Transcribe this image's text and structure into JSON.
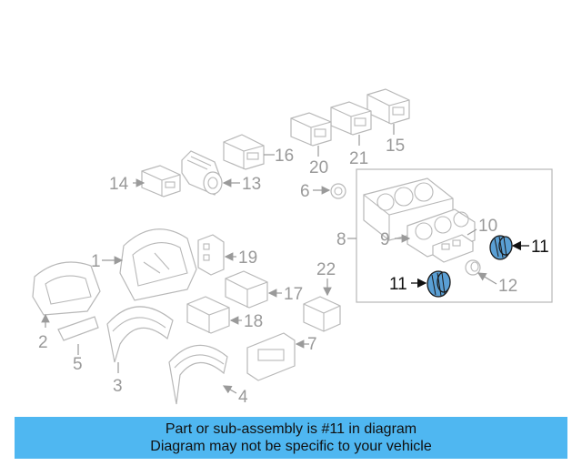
{
  "callouts": {
    "c1": "1",
    "c2": "2",
    "c3": "3",
    "c4": "4",
    "c5": "5",
    "c6": "6",
    "c7": "7",
    "c8": "8",
    "c9": "9",
    "c10": "10",
    "c11a": "11",
    "c11b": "11",
    "c12": "12",
    "c13": "13",
    "c14": "14",
    "c15": "15",
    "c16": "16",
    "c17": "17",
    "c18": "18",
    "c19": "19",
    "c20": "20",
    "c21": "21",
    "c22": "22"
  },
  "banner": {
    "line1": "Part or sub-assembly is #11 in diagram",
    "line2": "Diagram may not be specific to your vehicle"
  },
  "colors": {
    "highlight": "#5a9fd4",
    "banner": "#4fb7f1"
  }
}
